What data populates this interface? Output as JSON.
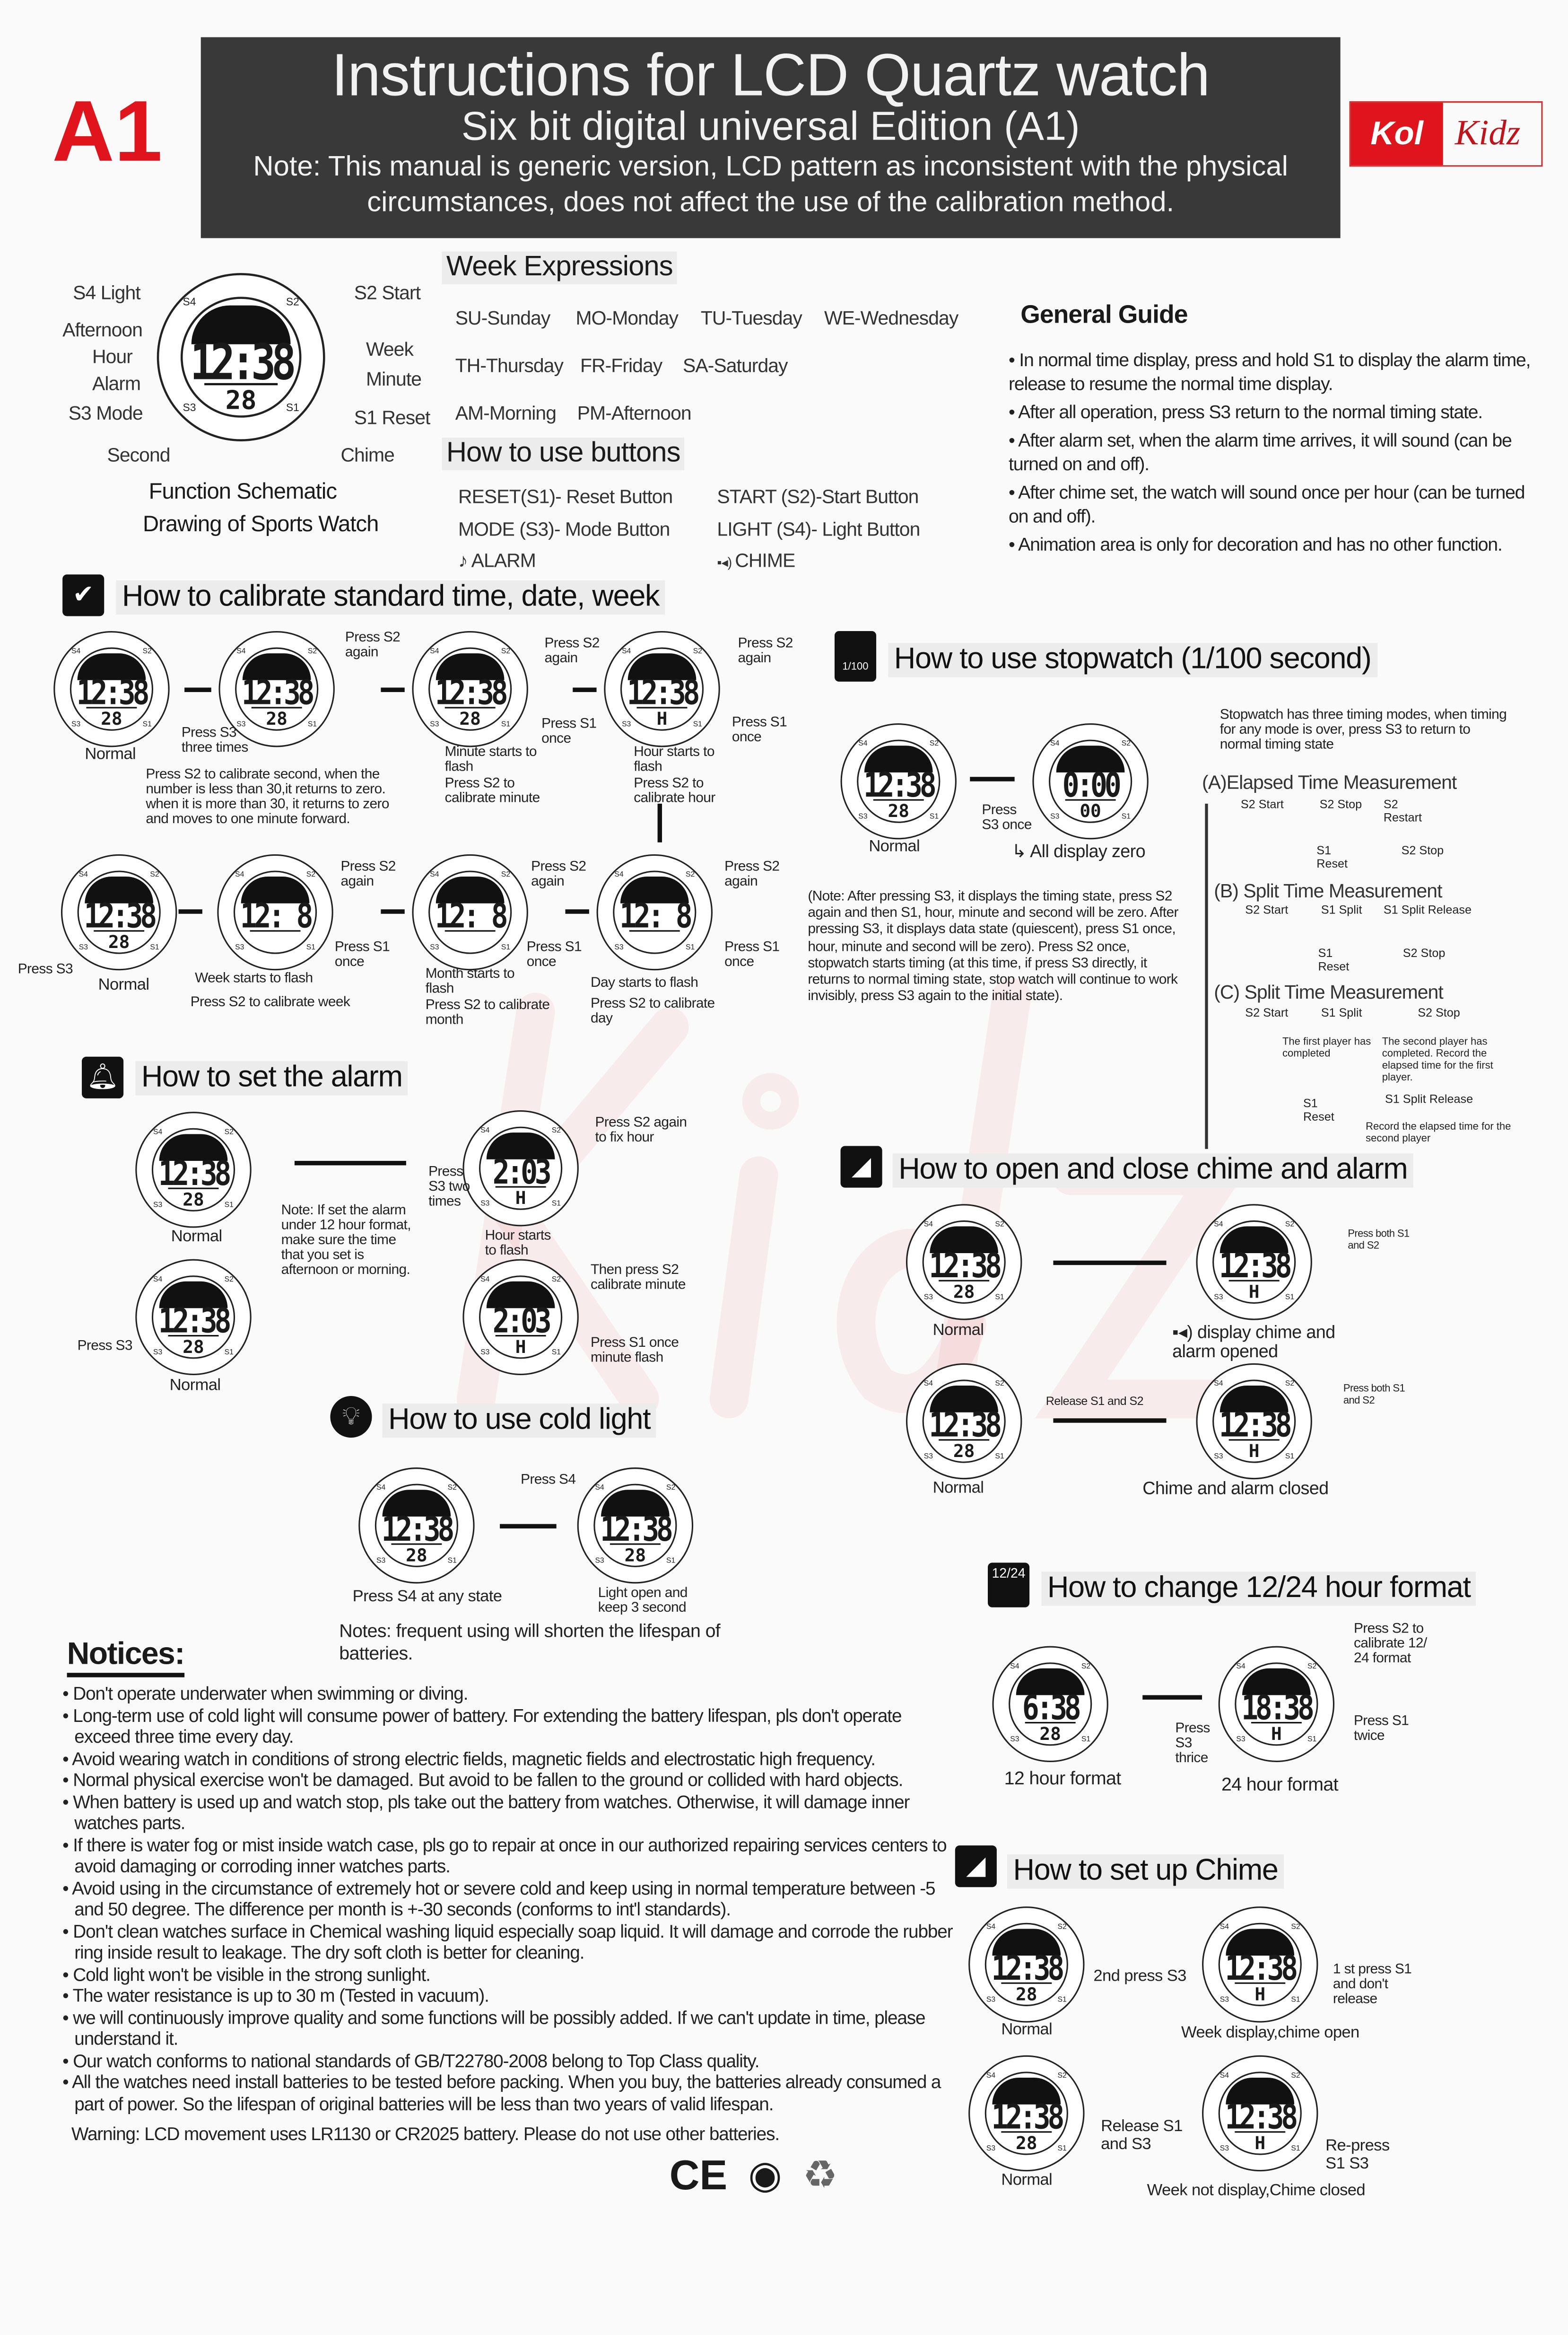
{
  "header": {
    "title": "Instructions for LCD Quartz watch",
    "subtitle": "Six bit digital universal Edition (A1)",
    "note": "Note: This manual is generic version, LCD pattern as inconsistent with the physical circumstances, does not affect the use of the calibration method."
  },
  "model_code": "A1",
  "logo": {
    "left": "Kol",
    "right": "Kidz"
  },
  "watch_labels": {
    "s1": "S1",
    "s2": "S2",
    "s3": "S3",
    "s4": "S4"
  },
  "schematic": {
    "labels": [
      "S4 Light",
      "Afternoon",
      "Hour",
      "Alarm",
      "S3 Mode",
      "Second",
      "S2 Start",
      "Week",
      "Minute",
      "S1 Reset",
      "Chime"
    ],
    "caption1": "Function Schematic",
    "caption2": "Drawing of Sports Watch",
    "time": "12:38",
    "date": "28"
  },
  "week": {
    "title": "Week Expressions",
    "items": [
      "SU-Sunday",
      "MO-Monday",
      "TU-Tuesday",
      "WE-Wednesday",
      "TH-Thursday",
      "FR-Friday",
      "SA-Saturday",
      "AM-Morning",
      "PM-Afternoon"
    ]
  },
  "buttons": {
    "title": "How to use buttons",
    "items": [
      "RESET(S1)- Reset Button",
      "START (S2)-Start Button",
      "MODE (S3)- Mode  Button",
      "LIGHT (S4)- Light Button",
      "ALARM",
      "CHIME"
    ]
  },
  "guide": {
    "title": "General Guide",
    "items": [
      "In normal time display, press and hold S1 to display the alarm time, release to resume the normal time display.",
      "After all operation, press S3 return to the normal timing state.",
      "After alarm set, when the alarm time arrives, it will sound (can be turned on and off).",
      "After chime set, the watch will sound once per hour (can be turned on and off).",
      "Animation area is only for decoration and has no other function."
    ]
  },
  "calibrate": {
    "title": "How to calibrate standard time, date, week",
    "watches": [
      {
        "t": "12:38",
        "d": "28"
      },
      {
        "t": "12:38",
        "d": "28"
      },
      {
        "t": "12:38",
        "d": "28"
      },
      {
        "t": "12:38",
        "d": "H"
      },
      {
        "t": "12:38",
        "d": "28"
      },
      {
        "t": "12: 8",
        "d": ""
      },
      {
        "t": "12: 8",
        "d": ""
      },
      {
        "t": "12: 8",
        "d": ""
      }
    ],
    "labels": [
      "Normal",
      "Press S3 three times",
      "Press S2 again",
      "Press S2 to calibrate second, when the number is less than 30,it returns to zero. when it is more than 30, it returns to zero and moves to one minute forward.",
      "Press S2 again",
      "Press S1 once",
      "Minute starts to flash",
      "Press S2 to calibrate minute",
      "Press S2 again",
      "Press S1 once",
      "Hour starts to flash",
      "Press S2 to calibrate hour",
      "Press S3",
      "Normal",
      "Press S2 again",
      "Press S1 once",
      "Week starts to flash",
      "Press S2 to calibrate week",
      "Press S2 again",
      "Press S1 once",
      "Month starts to flash",
      "Press S2 to calibrate month",
      "Press S2 again",
      "Press S1 once",
      "Day starts to flash",
      "Press S2 to calibrate day"
    ]
  },
  "stopwatch": {
    "title": "How to use stopwatch (1/100 second)",
    "icon_text": "1/100",
    "watches": [
      {
        "t": "12:38",
        "d": "28"
      },
      {
        "t": "0:00",
        "d": "00"
      }
    ],
    "labels": [
      "Normal",
      "Press S3 once",
      "All display zero"
    ],
    "intro": "Stopwatch has three timing modes, when timing for any mode is over, press S3 to return to normal timing state",
    "note": "(Note: After pressing S3, it displays the timing state, press S2 again and then S1, hour, minute and second will be zero. After pressing S3, it displays data state (quiescent), press S1 once, hour, minute and second will be zero). Press S2 once, stopwatch starts timing (at this time, if press S3 directly, it returns to normal timing state, stop watch will continue to work invisibly, press S3 again to the initial state).",
    "modeA": {
      "title": "(A)Elapsed Time Measurement",
      "steps": [
        "S2 Start",
        "S2 Stop",
        "S2 Restart",
        "S1 Reset",
        "S2 Stop"
      ]
    },
    "modeB": {
      "title": "(B) Split Time Measurement",
      "steps": [
        "S2 Start",
        "S1 Split",
        "S1 Split Release",
        "S1 Reset",
        "S2 Stop"
      ]
    },
    "modeC": {
      "title": "(C) Split Time Measurement",
      "steps": [
        "S2 Start",
        "S1 Split",
        "S2 Stop",
        "S1 Reset",
        "S1 Split Release"
      ],
      "notes": [
        "The first player has completed",
        "The second player has completed. Record the elapsed time for the first player.",
        "Record the elapsed time for the second player"
      ]
    }
  },
  "alarm": {
    "title": "How to set the alarm",
    "watches": [
      {
        "t": "12:38",
        "d": "28"
      },
      {
        "t": "12:38",
        "d": "28"
      },
      {
        "t": "2:03",
        "d": "H"
      },
      {
        "t": "2:03",
        "d": "H"
      }
    ],
    "labels": [
      "Normal",
      "Press S3",
      "Normal",
      "Press S3 two times",
      "Hour starts to flash",
      "Press S2 again to fix hour",
      "Then press S2 calibrate minute",
      "Press S1 once minute flash",
      "Note: If set the alarm under 12 hour format, make sure the time that you set is afternoon or morning."
    ]
  },
  "chime_alarm": {
    "title": "How to open and close chime and alarm",
    "watches": [
      {
        "t": "12:38",
        "d": "28"
      },
      {
        "t": "12:38",
        "d": "H"
      },
      {
        "t": "12:38",
        "d": "28"
      },
      {
        "t": "12:38",
        "d": "H"
      }
    ],
    "labels": [
      "Normal",
      "Press both S1 and S2",
      "display chime and alarm opened",
      "Release S1 and S2",
      "Press both S1 and S2",
      "Normal",
      "Chime and alarm closed"
    ]
  },
  "cold_light": {
    "title": "How to use cold light",
    "watches": [
      {
        "t": "12:38",
        "d": "28"
      },
      {
        "t": "12:38",
        "d": "28"
      }
    ],
    "labels": [
      "Press S4",
      "Press S4 at any state",
      "Light open and keep 3 second",
      "Notes:  frequent using will shorten the lifespan of batteries."
    ]
  },
  "format": {
    "title": "How to change 12/24 hour format",
    "icon_text": "12/24",
    "watches": [
      {
        "t": "6:38",
        "d": "28"
      },
      {
        "t": "18:38",
        "d": "H"
      }
    ],
    "labels": [
      "Press S2 to calibrate 12/ 24 format",
      "Press S3 thrice",
      "Press S1 twice",
      "12 hour format",
      "24 hour format"
    ]
  },
  "setup_chime": {
    "title": "How to set up Chime",
    "watches": [
      {
        "t": "12:38",
        "d": "28"
      },
      {
        "t": "12:38",
        "d": "H"
      },
      {
        "t": "12:38",
        "d": "28"
      },
      {
        "t": "12:38",
        "d": "H"
      }
    ],
    "labels": [
      "2nd press S3",
      "1 st press S1 and don't release",
      "Normal",
      "Week display,chime open",
      "Release S1 and S3",
      "Re-press S1 S3",
      "Normal",
      "Week not display,Chime closed"
    ]
  },
  "notices": {
    "title": "Notices:",
    "items": [
      "Don't operate underwater when swimming or diving.",
      "Long-term use of cold light will consume power of battery. For extending the battery lifespan, pls don't operate exceed three time every day.",
      "Avoid wearing watch in conditions of strong electric fields, magnetic fields and electrostatic high frequency.",
      "Normal physical exercise won't be damaged. But avoid to be fallen to the ground or collided with hard objects.",
      "When battery is used up and watch stop,  pls take out the battery from watches. Otherwise, it will damage inner watches parts.",
      "If there is water fog or mist inside watch case, pls go to repair at once in our authorized repairing services centers to avoid damaging or corroding inner watches parts.",
      "Avoid using in the circumstance of extremely hot or severe cold and keep using in normal temperature between -5 and 50 degree.  The difference per month is +-30 seconds (conforms to int'l standards).",
      "Don't clean watches surface in Chemical washing liquid especially soap liquid. It will damage and corrode the rubber ring inside result to leakage.   The dry soft cloth is better for cleaning.",
      "Cold light won't be visible in the strong sunlight.",
      "The water resistance is up to 30 m (Tested in vacuum).",
      "we will continuously improve quality and some functions will be possibly added.  If we can't update in time, please understand it.",
      "Our watch conforms to national standards of GB/T22780-2008 belong to Top Class quality.",
      "All the watches need install batteries to be tested before packing.  When you buy, the batteries already consumed a part of power. So the lifespan of original batteries will be less than two years of valid lifespan."
    ],
    "warning": "Warning: LCD  movement uses LR1130 or CR2025 battery.  Please do not use other batteries."
  },
  "marks": {
    "ce": "CE"
  },
  "watermark": "Kidz"
}
